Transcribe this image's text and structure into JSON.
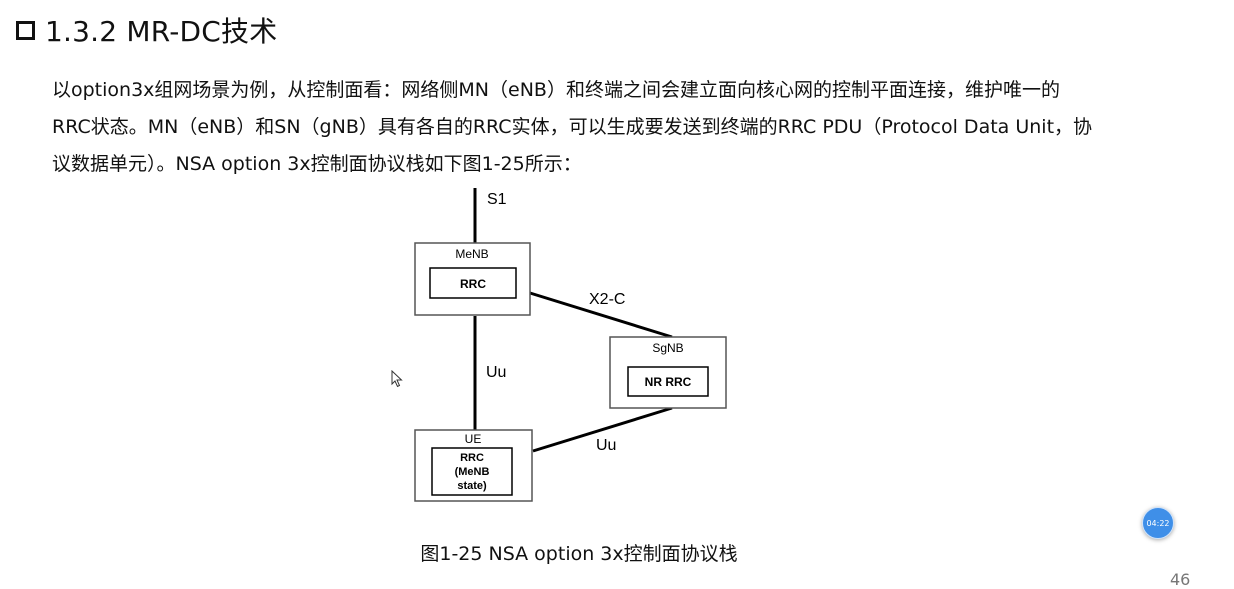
{
  "heading": {
    "title": "1.3.2 MR-DC技术"
  },
  "paragraph": {
    "line1": "以option3x组网场景为例，从控制面看：网络侧MN（eNB）和终端之间会建立面向核心网的控制平面连接，维护唯一的",
    "line2": "RRC状态。MN（eNB）和SN（gNB）具有各自的RRC实体，可以生成要发送到终端的RRC PDU（Protocol Data Unit，协",
    "line3": "议数据单元）。NSA option 3x控制面协议栈如下图1-25所示："
  },
  "diagram": {
    "s1_label": "S1",
    "menb": {
      "title": "MeNB",
      "inner": "RRC"
    },
    "sgnb": {
      "title": "SgNB",
      "inner": "NR RRC"
    },
    "ue": {
      "title": "UE",
      "inner_line1": "RRC",
      "inner_line2": "(MeNB",
      "inner_line3": "state)"
    },
    "x2c_label": "X2-C",
    "uu_label_left": "Uu",
    "uu_label_right": "Uu"
  },
  "caption": "图1-25 NSA option 3x控制面协议栈",
  "timer_badge": "04:22",
  "page_number": "46",
  "colors": {
    "badge": "#3f8fe8",
    "text": "#111111"
  }
}
